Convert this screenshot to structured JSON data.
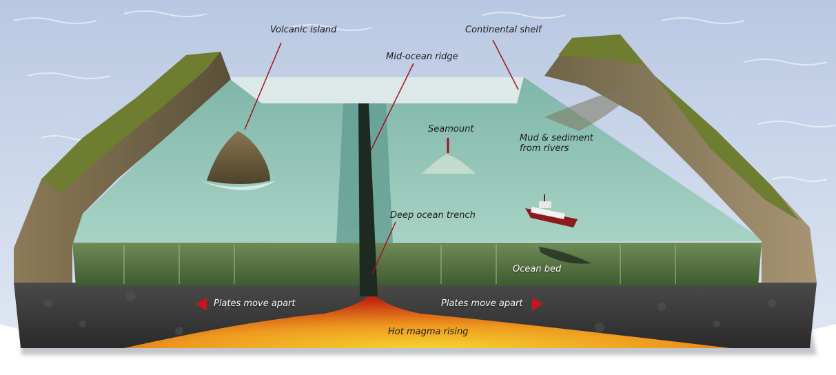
{
  "labels": {
    "volcanic_island": "Volcanic island",
    "continental_shelf": "Continental shelf",
    "mid_ocean_ridge": "Mid-ocean ridge",
    "seamount": "Seamount",
    "mud_sediment_line1": "Mud & sediment",
    "mud_sediment_line2": "from rivers",
    "deep_ocean_trench": "Deep ocean trench",
    "ocean_bed": "Ocean bed",
    "plates_move_apart_left": "Plates move apart",
    "plates_move_apart_right": "Plates move apart",
    "hot_magma_rising": "Hot magma rising"
  },
  "colors": {
    "sea_surface": "#c9d6ea",
    "ocean_water": "#8fc2b6",
    "ocean_side": "#4e6a3f",
    "rock_base": "#3c3c3c",
    "cliff_rock": "#8a7a5e",
    "cliff_grass": "#6b7a2e",
    "magma_center": "#f2c12a",
    "magma_edge": "#c62a12",
    "leader_line": "#a3101a",
    "arrow_red": "#c4161c"
  }
}
